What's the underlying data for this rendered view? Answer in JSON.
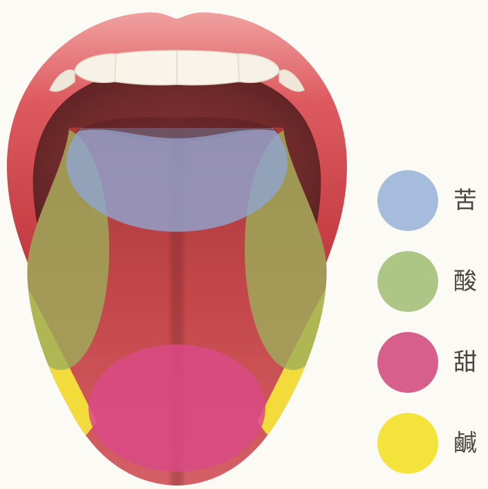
{
  "colors": {
    "bitter": "#a6bcdc",
    "sour": "#adc585",
    "sweet": "#d65f8b",
    "salty": "#f4e33b",
    "lip": "#d9464f",
    "mouth_interior": "#7a2f2d",
    "tongue": "#c2464a",
    "teeth": "#f6f1e6",
    "background": "#fcfaf5",
    "label_text": "#4a4340"
  },
  "legend": {
    "items": [
      {
        "label": "苦",
        "color": "#a6bcdc"
      },
      {
        "label": "酸",
        "color": "#adc585"
      },
      {
        "label": "甜",
        "color": "#d65f8b"
      },
      {
        "label": "鹹",
        "color": "#f4e33b"
      }
    ]
  }
}
